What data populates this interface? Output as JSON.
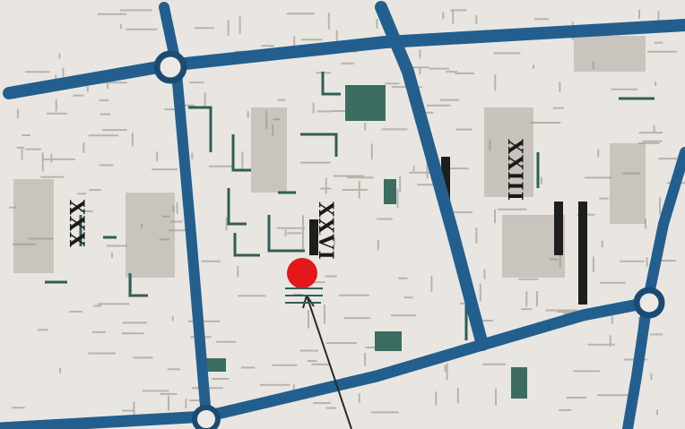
{
  "map": {
    "district_labels": {
      "west": "XXX",
      "center": "XXVI",
      "east": "XXIII"
    },
    "marker": {
      "color": "#e3171c",
      "icon": "location-dot-icon"
    },
    "colors": {
      "road": "#225f8e",
      "road_edge": "#1a4c73",
      "background": "#e9e6e1",
      "block_fill": "#b9b5ad",
      "building": "#2f5f57",
      "label": "#1a1a1a",
      "pointer": "#2a2a2a"
    }
  }
}
